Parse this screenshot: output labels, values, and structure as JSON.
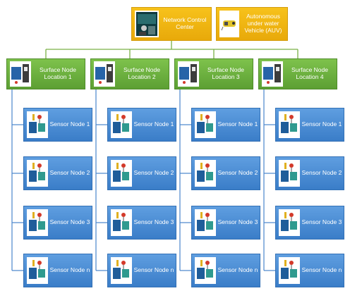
{
  "colors": {
    "top_fill": "#F2B417",
    "surface_fill": "#6FB441",
    "sensor_fill": "#4A8CD6",
    "connector_green": "#7AB046",
    "connector_blue": "#4A86CC"
  },
  "top": {
    "control_center": {
      "label": "Network Control Center",
      "icon": "monitoring-station-photo"
    },
    "auv": {
      "label": "Autonomous under water Vehicle (AUV)",
      "icon": "auv-vehicle-photo"
    }
  },
  "surface_nodes": [
    {
      "label": "Surface Node Location 1",
      "icon": "surface-buoy-circuit-photo",
      "sensors": [
        {
          "label": "Sensor Node 1"
        },
        {
          "label": "Sensor Node 2"
        },
        {
          "label": "Sensor Node 3"
        },
        {
          "label": "Sensor Node n"
        }
      ]
    },
    {
      "label": "Surface Node Location 2",
      "icon": "surface-buoy-circuit-photo",
      "sensors": [
        {
          "label": "Sensor Node 1"
        },
        {
          "label": "Sensor Node 2"
        },
        {
          "label": "Sensor Node 3"
        },
        {
          "label": "Sensor Node n"
        }
      ]
    },
    {
      "label": "Surface Node Location 3",
      "icon": "surface-buoy-circuit-photo",
      "sensors": [
        {
          "label": "Sensor Node 1"
        },
        {
          "label": "Sensor Node 2"
        },
        {
          "label": "Sensor Node 3"
        },
        {
          "label": "Sensor Node n"
        }
      ]
    },
    {
      "label": "Surface Node Location 4",
      "icon": "surface-buoy-circuit-photo",
      "sensors": [
        {
          "label": "Sensor Node 1"
        },
        {
          "label": "Sensor Node 2"
        },
        {
          "label": "Sensor Node 3"
        },
        {
          "label": "Sensor Node n"
        }
      ]
    }
  ]
}
